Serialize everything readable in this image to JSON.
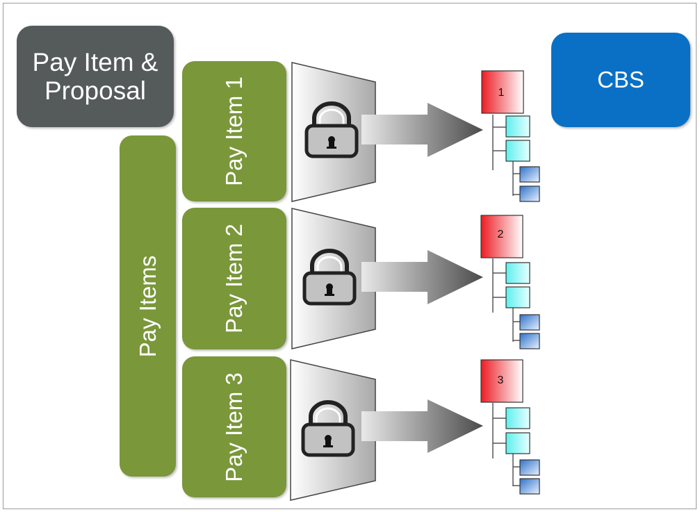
{
  "title": {
    "line1": "Pay Item &",
    "line2": "Proposal"
  },
  "cbs_label": "CBS",
  "pay_items_label": "Pay Items",
  "pay_item_labels": [
    "Pay Item 1",
    "Pay Item 2",
    "Pay Item 3"
  ],
  "cbs_nodes": [
    "1",
    "2",
    "3"
  ],
  "colors": {
    "proposal": "#555b5a",
    "cbs": "#0a70c5",
    "pay_item": "#7a973a",
    "root_node": "#ec1c24",
    "child_node": "#5ff0ee",
    "leaf_node": "#2f73c9"
  }
}
